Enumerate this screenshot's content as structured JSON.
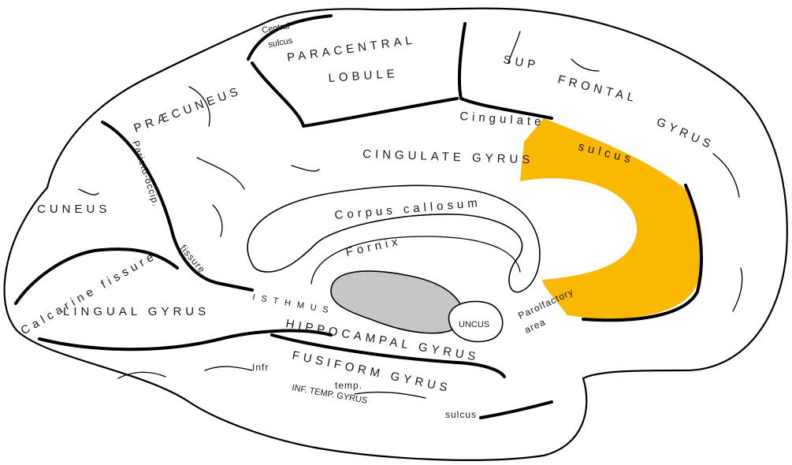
{
  "colors": {
    "highlight": "#fbb800",
    "fornix_fill": "#c6c6c6",
    "outline": "#000000",
    "background": "#ffffff"
  },
  "labels": {
    "central_sulcus": [
      "Central",
      "sulcus"
    ],
    "paracentral": "PARACENTRAL",
    "lobule": "LOBULE",
    "sup": "SUP",
    "frontal": "FRONTAL",
    "gyrus_sfg": "GYRUS",
    "praecuneus": "PRÆCUNEUS",
    "cingulate": "Cingulate",
    "sulcus_cing": "sulcus",
    "cingulate_gyrus": "CINGULATE GYRUS",
    "parieto_occip": "Parieto-occip.",
    "cuneus": "CUNEUS",
    "corpus_callosum": "Corpus callosum",
    "fornix": "Fornix",
    "calcarine_fissure": "Calcarine fissure",
    "fissure": "fissure",
    "isthmus": "ISTHMUS",
    "lingual_gyrus": "LINGUAL GYRUS",
    "hippocampal_gyrus": "HIPPOCAMPAL GYRUS",
    "uncus": "UNCUS",
    "parolfactory_area": [
      "Parolfactory",
      "area"
    ],
    "fusiform_gyrus": "FUSIFORM GYRUS",
    "infr": "Infr",
    "temp": "temp.",
    "inf_temp_gyrus": "INF. TEMP. GYRUS",
    "sulcus_inf": "sulcus"
  }
}
